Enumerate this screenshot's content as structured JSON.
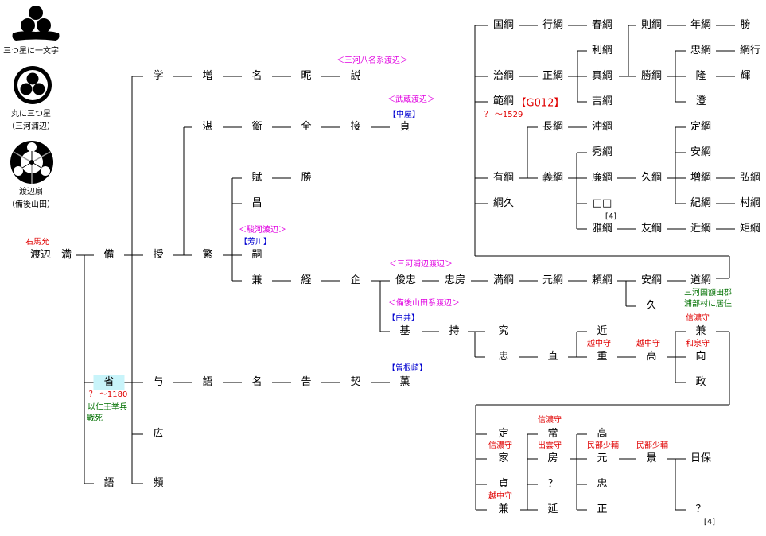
{
  "crests": [
    {
      "name": "三つ星に一文字",
      "sub": ""
    },
    {
      "name": "丸に三つ星",
      "sub": "（三河浦辺）"
    },
    {
      "name": "渡辺扇",
      "sub": "（備後山田）"
    }
  ],
  "nodes": {
    "mitsuru": "渡辺　満",
    "sonae": "備",
    "habuku": "省",
    "katari": "語",
    "sazuku": "授",
    "ataeru": "与",
    "hiro": "広",
    "shiki": "頻",
    "manabu": "学",
    "masu": "増",
    "na1": "名",
    "ji": "昵",
    "setsu": "説",
    "tan": "湛",
    "shu": "銜",
    "zen": "全",
    "setsu2": "接",
    "sada": "貞",
    "shige": "繁",
    "fu": "賦",
    "katsu1": "勝",
    "sho": "昌",
    "tsugu": "嗣",
    "kane1": "兼",
    "kei": "経",
    "kuwadate": "企",
    "toshitada": "俊忠",
    "tadafusa": "忠房",
    "mitsutsuna": "満綱",
    "mototsuna": "元綱",
    "yoritsuna": "頼綱",
    "yasutsuna": "安綱",
    "michitsuna": "道綱",
    "hisa": "久",
    "moto": "基",
    "mochi": "持",
    "kyu": "究",
    "tada1": "忠",
    "nao": "直",
    "chika": "近",
    "shige2": "重",
    "taka1": "高",
    "kane2": "兼",
    "mukai": "向",
    "masa": "政",
    "kataru2": "語",
    "na2": "名",
    "tsugu2": "告",
    "chigiri": "契",
    "kaoru": "薫",
    "kunitsuna": "国綱",
    "yukitsuna": "行綱",
    "harutsuna": "春綱",
    "noritsuna": "則綱",
    "toshitsuna": "年綱",
    "katsu2": "勝",
    "haritsuna": "治綱",
    "masatsuna": "正綱",
    "toshitsuna2": "利綱",
    "sanetsuna": "真綱",
    "yoshitsuna": "吉綱",
    "katsutsuna": "勝綱",
    "tadatsuna": "忠綱",
    "tsunayuki": "綱行",
    "takashi": "隆",
    "teru": "輝",
    "kiyoshi": "澄",
    "noritsuna2": "範綱",
    "aritsuna": "有綱",
    "tsunahisa": "綱久",
    "nagatsuna": "長綱",
    "okitsuna": "沖綱",
    "yoshitsuna2": "義綱",
    "hidetsuna": "秀綱",
    "yasutsuna2": "廉綱",
    "unknown1": "□□",
    "gatsuna": "雅綱",
    "hisatsuna": "久綱",
    "tomotsuna": "友綱",
    "chikatsuna": "近綱",
    "noritsuna3": "矩綱",
    "sadatsuna": "定綱",
    "antsuna": "安綱",
    "masutsuna": "増綱",
    "hirotsuna": "弘綱",
    "kitsuna": "紀綱",
    "muratsuna": "村綱",
    "sada2": "定",
    "ie": "家",
    "sada3": "貞",
    "kane3": "兼",
    "tsune": "常",
    "fusa": "房",
    "q1": "？",
    "nobu": "延",
    "taka2": "高",
    "moto2": "元",
    "tada2": "忠",
    "tadashi": "正",
    "kage": "景",
    "hiyasu": "日保",
    "q2": "？"
  },
  "notes": {
    "umanosuke": "右馬允",
    "habuku_years": "？ ～1180",
    "habuku_note1": "以仁王挙兵",
    "habuku_note2": "戦死",
    "mikawa_yana": "＜三河八名系渡辺＞",
    "musashi": "＜武蔵渡辺＞",
    "nakaya": "【中屋】",
    "suruga": "＜駿河渡辺＞",
    "yoshikawa": "【芳川】",
    "mikawa_urabe": "＜三河浦辺渡辺＞",
    "bingo": "＜備後山田系渡辺＞",
    "shirai": "【白井】",
    "sonezaki": "【曽根崎】",
    "gcode": "【G012】",
    "noritsuna_years": "？ ～1529",
    "ref1": "[4]",
    "ref2": "[4]",
    "residence1": "三河国額田郡",
    "residence2": "浦部村に居住",
    "shinano1": "信濃守",
    "echizen1": "越中守",
    "echizen2": "越中守",
    "izumi": "和泉守",
    "shinano2": "信濃守",
    "shinano3": "信濃守",
    "izumo": "出雲守",
    "minbu1": "民部少輔",
    "minbu2": "民部少輔",
    "echizen3": "越中守"
  },
  "colors": {
    "highlight": "#c8f4fa",
    "title_red": "#e00000",
    "lineage_magenta": "#e000e0",
    "branch_blue": "#0000d0",
    "note_green": "#007000"
  }
}
